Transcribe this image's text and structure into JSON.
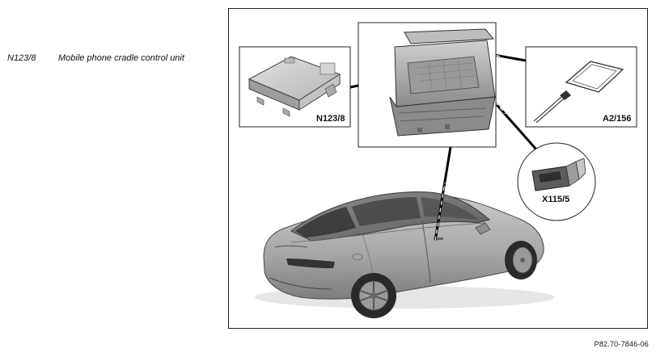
{
  "legend": {
    "code": "N123/8",
    "description": "Mobile phone cradle control unit"
  },
  "callouts": {
    "n123_8": "N123/8",
    "a2_156": "A2/156",
    "x115_5": "X115/5"
  },
  "figure_id": "P82.70-7846-06"
}
